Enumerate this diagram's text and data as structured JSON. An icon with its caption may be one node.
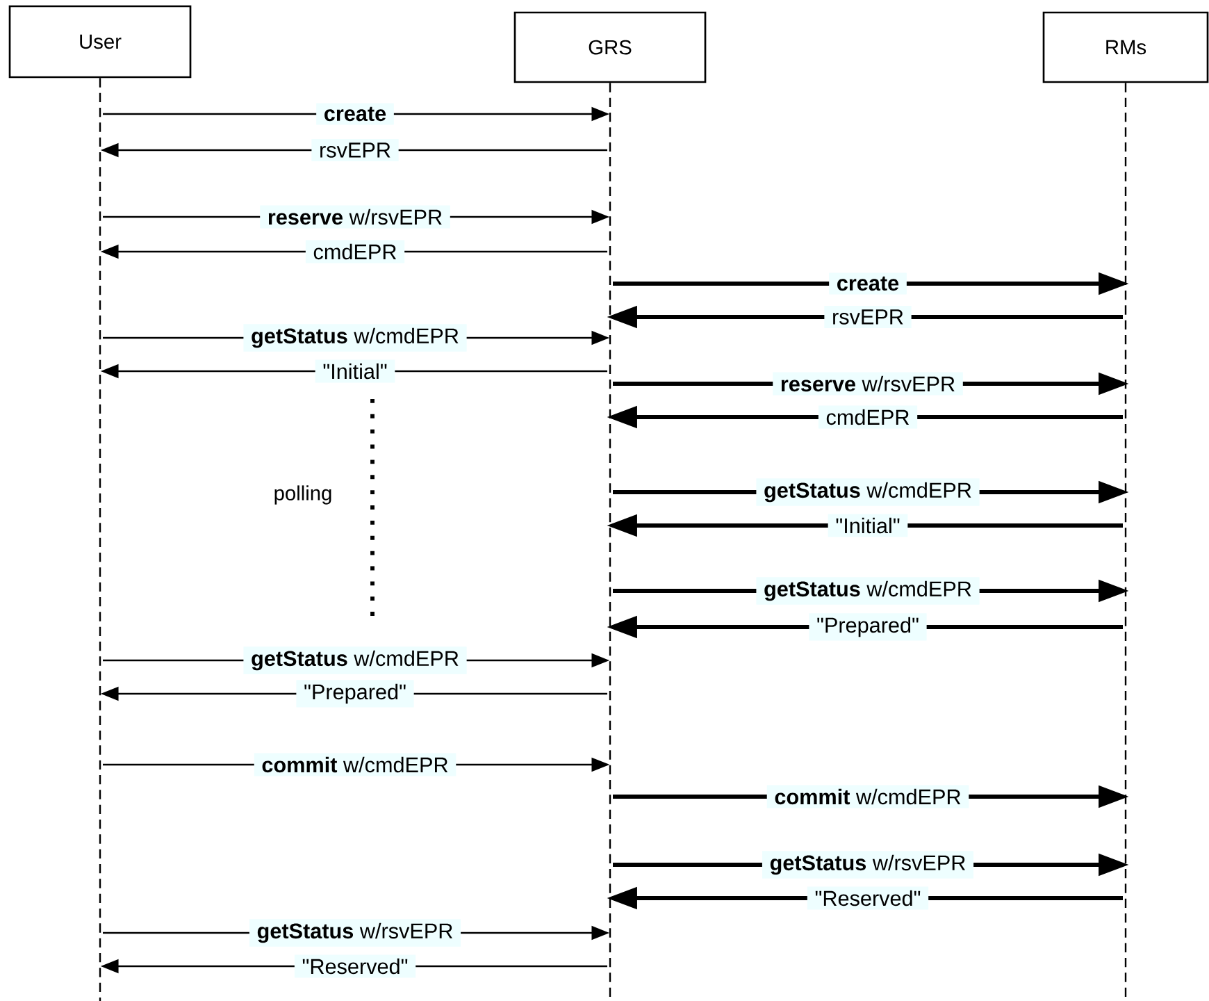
{
  "diagram": {
    "nodes": [
      {
        "text": [
          "User"
        ]
      },
      {
        "text": [
          "GRS"
        ]
      },
      {
        "text": [
          "RMs"
        ]
      }
    ],
    "edges": [
      {
        "from": 0,
        "to": 1,
        "arrow": "to",
        "label": "**create**"
      },
      {
        "from": 1,
        "to": 0,
        "arrow": "to",
        "label": "rsvEPR"
      },
      {
        "from": 0,
        "to": 1,
        "arrow": "to",
        "label": "**reserve** w/rsvEPR"
      },
      {
        "from": 1,
        "to": 0,
        "arrow": "to",
        "label": "cmdEPR"
      },
      {
        "from": 1,
        "to": 2,
        "arrow": "to",
        "label": "**create**",
        "style": "thick"
      },
      {
        "from": 2,
        "to": 1,
        "arrow": "to",
        "label": "rsvEPR",
        "style": "thick"
      },
      {
        "from": 0,
        "to": 1,
        "arrow": "to",
        "label": "**getStatus** w/cmdEPR"
      },
      {
        "from": 1,
        "to": 0,
        "arrow": "to",
        "label": "\"Initial\""
      },
      {
        "from": 1,
        "to": 2,
        "arrow": "to",
        "label": "**reserve** w/rsvEPR",
        "style": "thick"
      },
      {
        "from": 2,
        "to": 1,
        "arrow": "to",
        "label": "cmdEPR",
        "style": "thick"
      },
      {
        "from": 1,
        "to": 2,
        "arrow": "to",
        "label": "**getStatus** w/cmdEPR",
        "style": "thick"
      },
      {
        "from": 2,
        "to": 1,
        "arrow": "to",
        "label": "\"Initial\"",
        "style": "thick"
      },
      {
        "from": 1,
        "to": 2,
        "arrow": "to",
        "label": "**getStatus** w/cmdEPR",
        "style": "thick"
      },
      {
        "from": 2,
        "to": 1,
        "arrow": "to",
        "label": "\"Prepared\"",
        "style": "thick"
      },
      {
        "from": 0,
        "to": 1,
        "arrow": "to",
        "label": "**getStatus** w/cmdEPR"
      },
      {
        "from": 1,
        "to": 0,
        "arrow": "to",
        "label": "\"Prepared\""
      },
      {
        "from": 0,
        "to": 1,
        "arrow": "to",
        "label": "**commit** w/cmdEPR"
      },
      {
        "from": 1,
        "to": 2,
        "arrow": "to",
        "label": "**commit** w/cmdEPR",
        "style": "thick"
      },
      {
        "from": 1,
        "to": 2,
        "arrow": "to",
        "label": "**getStatus** w/rsvEPR",
        "style": "thick"
      },
      {
        "from": 2,
        "to": 1,
        "arrow": "to",
        "label": "\"Reserved\"",
        "style": "thick"
      },
      {
        "from": 0,
        "to": 1,
        "arrow": "to",
        "label": "**getStatus** w/rsvEPR"
      },
      {
        "from": 1,
        "to": 0,
        "arrow": "to",
        "label": "\"Reserved\""
      }
    ],
    "labels": [
      "polling"
    ]
  }
}
